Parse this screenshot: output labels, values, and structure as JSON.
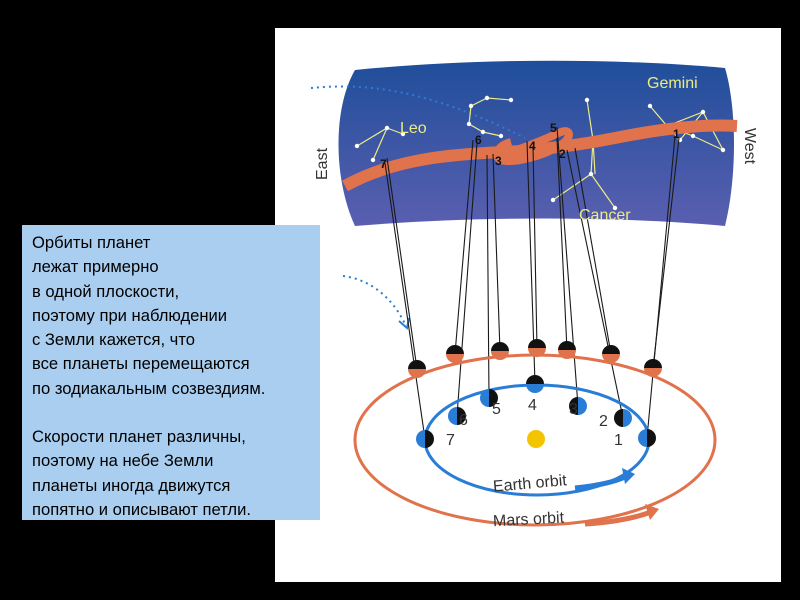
{
  "callout": {
    "paragraph_1": [
      "Орбиты планет",
      "лежат примерно",
      "в одной плоскости,",
      "поэтому при наблюдении",
      "с Земли кажется, что",
      "все планеты перемещаются",
      "по зодиакальным созвездиям."
    ],
    "paragraph_2": [
      "Скорости планет различны,",
      "поэтому на небе Земли",
      "планеты иногда движутся",
      "попятно и описывают петли."
    ]
  },
  "sky": {
    "east": "East",
    "west": "West",
    "constellations": [
      "Leo",
      "Gemini",
      "Cancer"
    ],
    "loop_labels": [
      "1",
      "2",
      "3",
      "4",
      "5",
      "6",
      "7"
    ]
  },
  "orbits": {
    "earth_label": "Earth orbit",
    "mars_label": "Mars orbit",
    "earth_positions": [
      "1",
      "2",
      "3",
      "4",
      "5",
      "6",
      "7"
    ]
  },
  "colors": {
    "sky_top": "#1f4e9a",
    "sky_bottom": "#5a5fb0",
    "mars": "#e0724c",
    "earth": "#2a7dd6",
    "sun": "#f5c400",
    "constellation": "#ecec84",
    "callout_bg": "#a9ceef"
  }
}
